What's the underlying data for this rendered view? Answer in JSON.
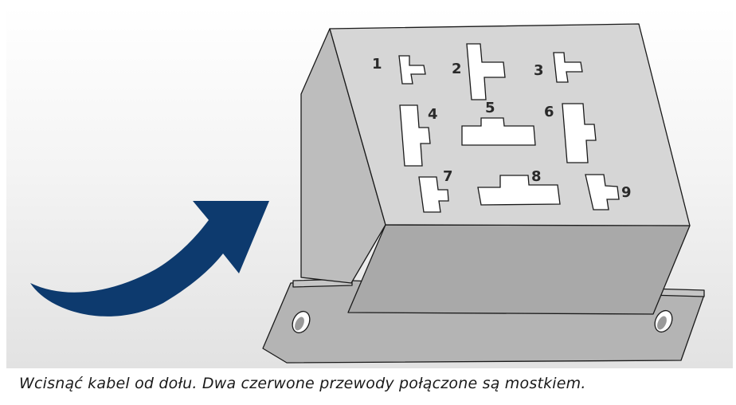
{
  "caption": "Wcisnąć kabel od dołu. Dwa czerwone przewody połączone są mostkiem.",
  "terminals": [
    {
      "id": "1",
      "label": "1"
    },
    {
      "id": "2",
      "label": "2"
    },
    {
      "id": "3",
      "label": "3"
    },
    {
      "id": "4",
      "label": "4"
    },
    {
      "id": "5",
      "label": "5"
    },
    {
      "id": "6",
      "label": "6"
    },
    {
      "id": "7",
      "label": "7"
    },
    {
      "id": "8",
      "label": "8"
    },
    {
      "id": "9",
      "label": "9"
    }
  ],
  "colors": {
    "arrow": "#0d3a6e",
    "top_face": "#d6d6d6",
    "side_face": "#bdbdbd",
    "front_face": "#aaaaaa",
    "base_plate": "#b4b4b4",
    "slot_fill": "#ffffff"
  }
}
